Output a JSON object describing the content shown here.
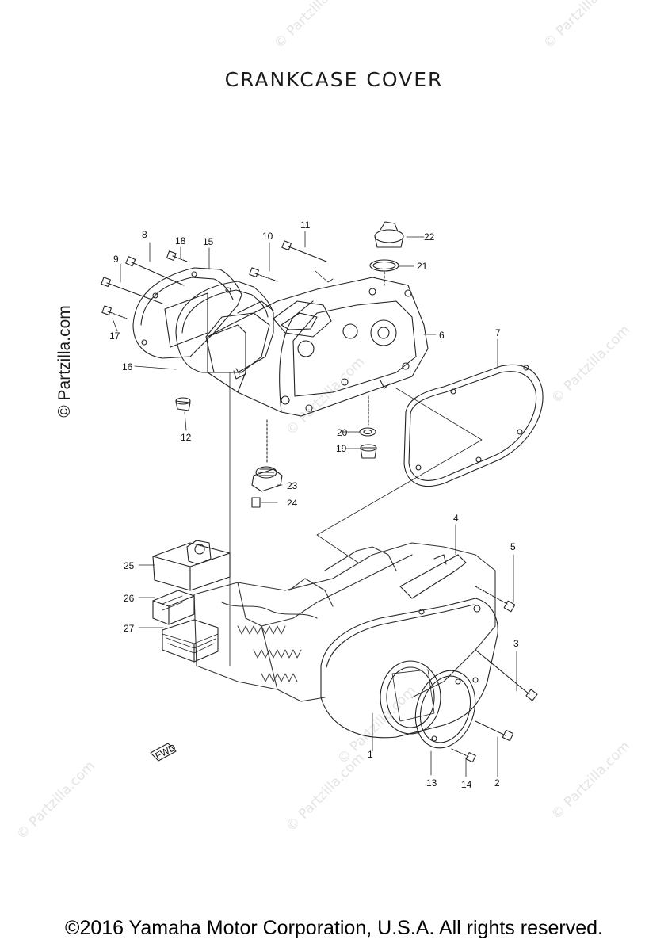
{
  "title": "CRANKCASE COVER",
  "footer": "©2016 Yamaha Motor Corporation, U.S.A. All rights reserved.",
  "watermark": {
    "side_text": "© Partzilla.com",
    "tile_text": "© Partzilla.com"
  },
  "fwd_mark": "FWD",
  "callouts": [
    {
      "label": "1"
    },
    {
      "label": "2"
    },
    {
      "label": "3"
    },
    {
      "label": "4"
    },
    {
      "label": "5"
    },
    {
      "label": "6"
    },
    {
      "label": "7"
    },
    {
      "label": "8"
    },
    {
      "label": "9"
    },
    {
      "label": "10"
    },
    {
      "label": "11"
    },
    {
      "label": "12"
    },
    {
      "label": "13"
    },
    {
      "label": "14"
    },
    {
      "label": "15"
    },
    {
      "label": "16"
    },
    {
      "label": "17"
    },
    {
      "label": "18"
    },
    {
      "label": "19"
    },
    {
      "label": "20"
    },
    {
      "label": "21"
    },
    {
      "label": "22"
    },
    {
      "label": "23"
    },
    {
      "label": "24"
    },
    {
      "label": "25"
    },
    {
      "label": "26"
    },
    {
      "label": "27"
    }
  ]
}
